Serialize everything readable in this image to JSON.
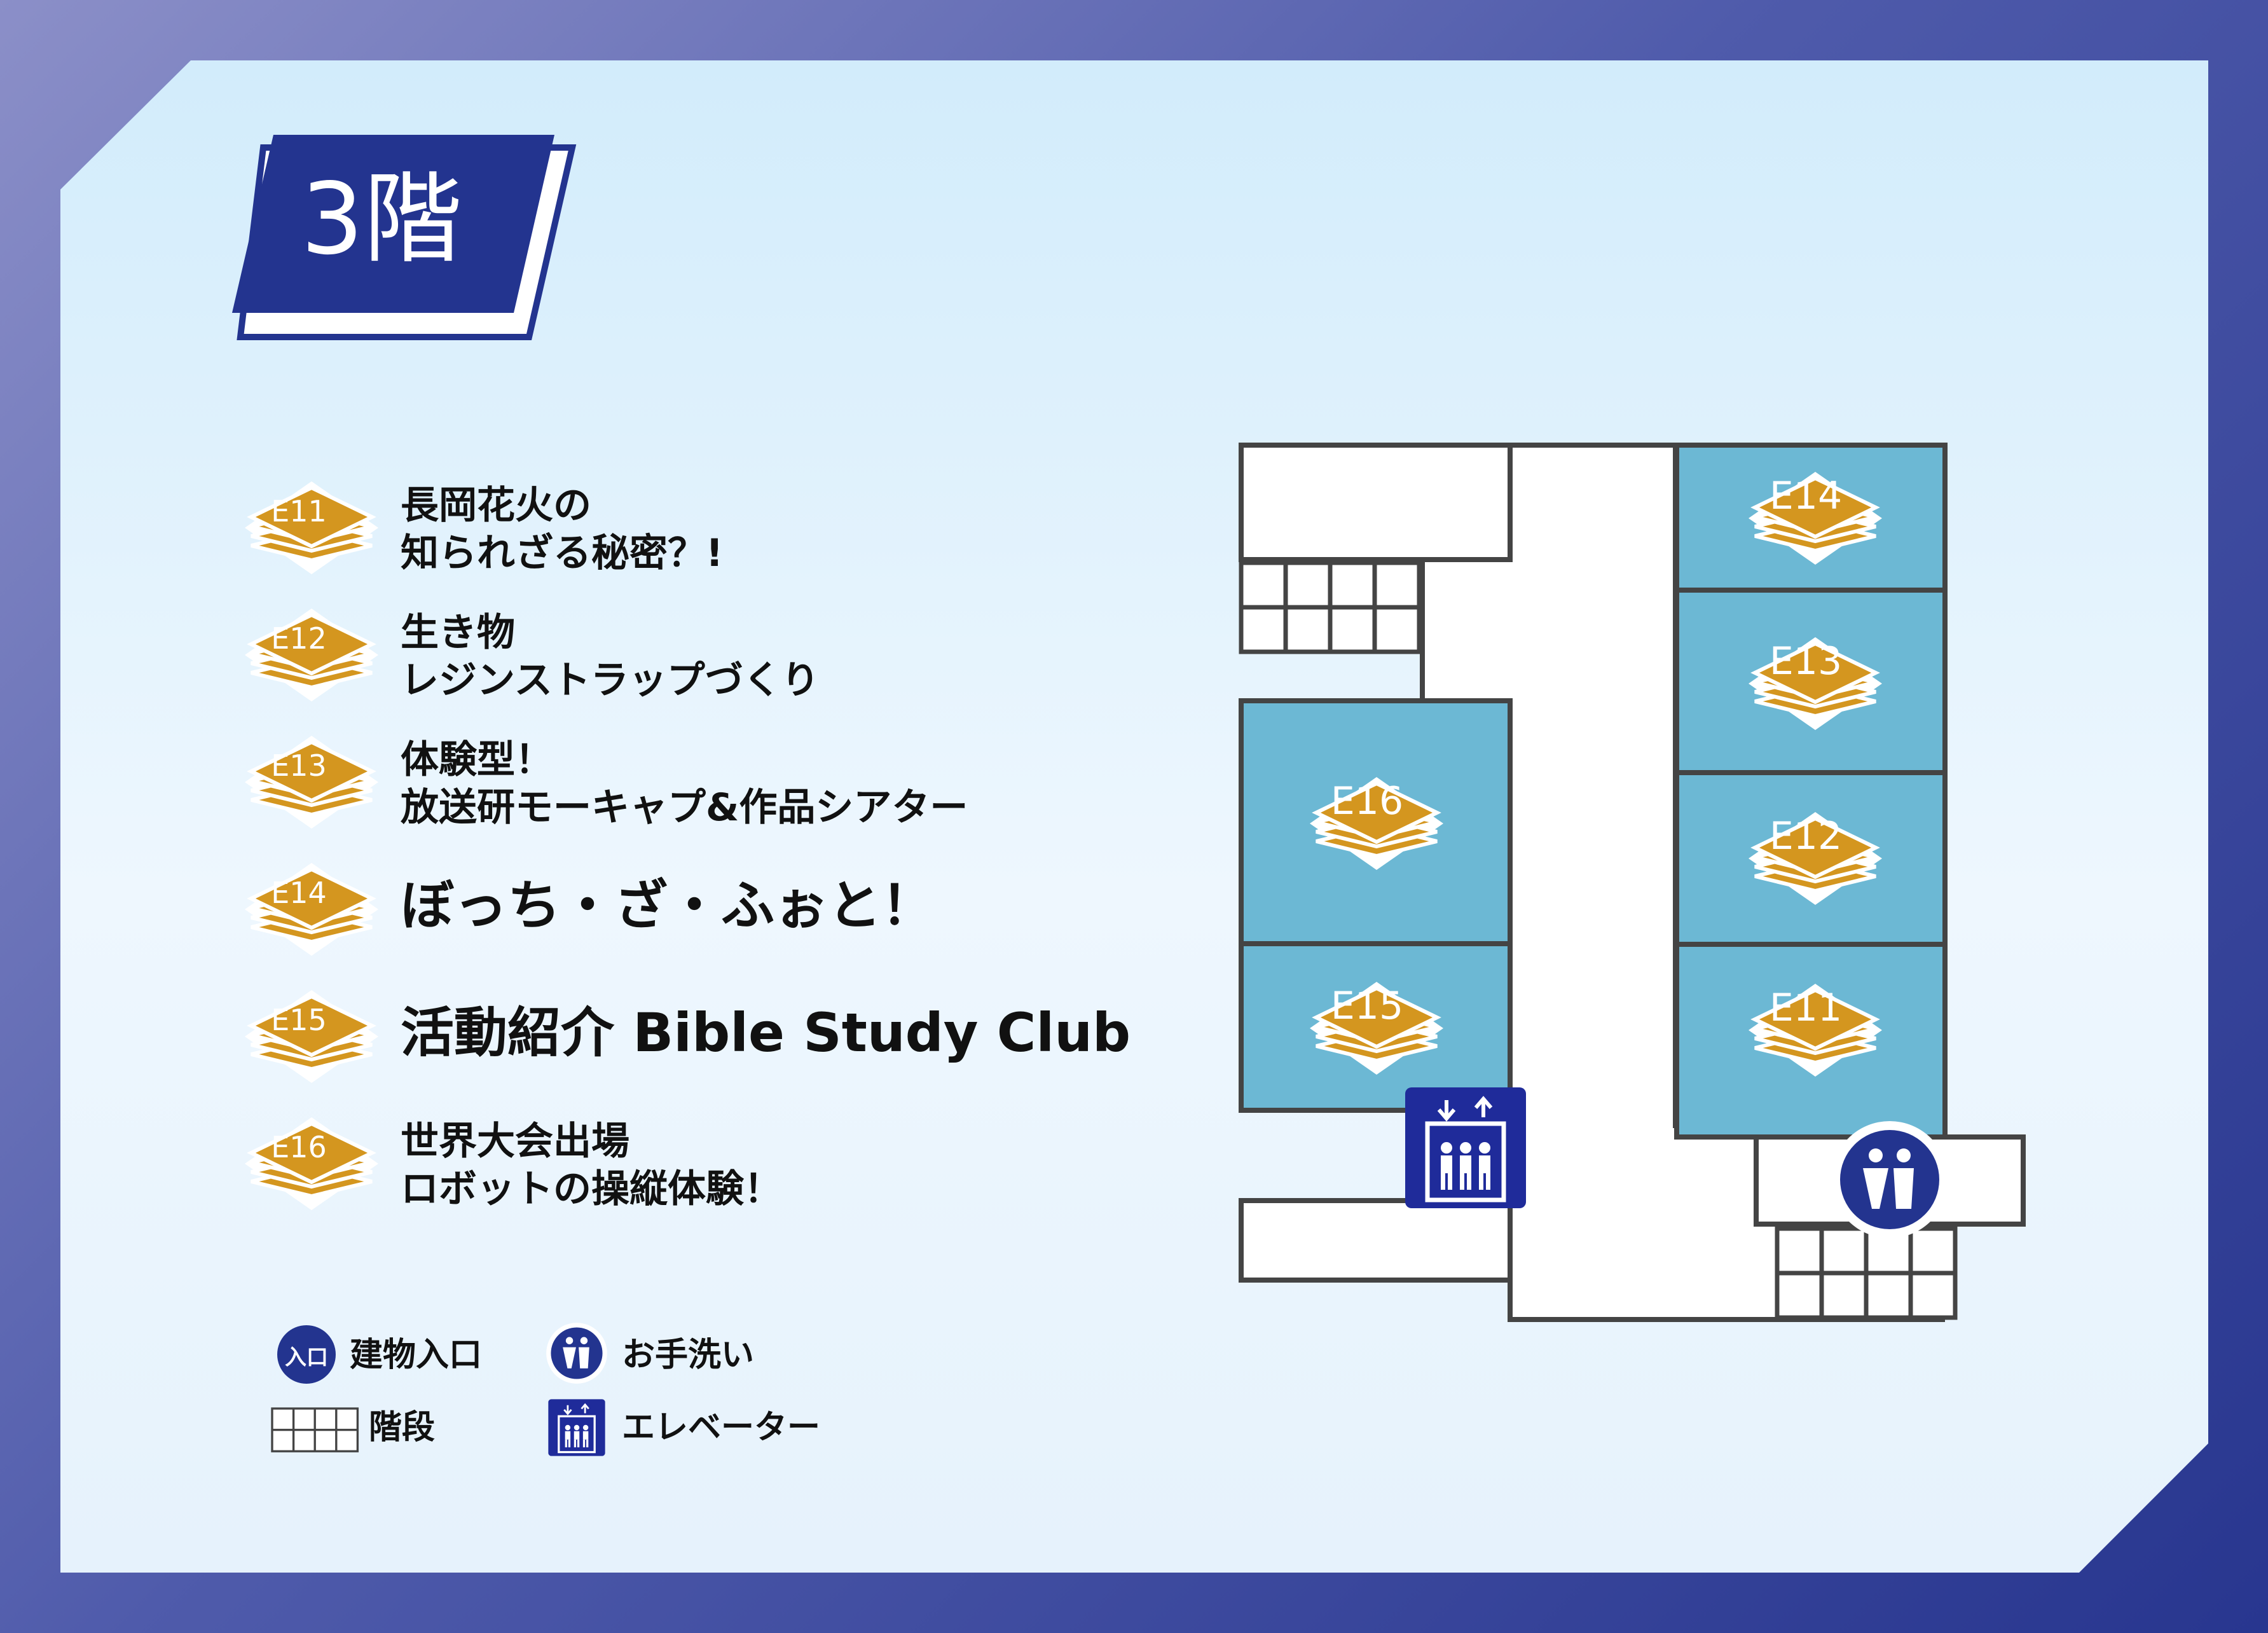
{
  "floor_title": "3階",
  "legend": [
    {
      "code": "E11",
      "lines": [
        "長岡花火の",
        "知られざる秘密？!"
      ]
    },
    {
      "code": "E12",
      "lines": [
        "生き物",
        "レジンストラップづくり"
      ]
    },
    {
      "code": "E13",
      "lines": [
        "体験型！",
        "放送研モーキャプ&作品シアター"
      ]
    },
    {
      "code": "E14",
      "lines": [
        "ぼっち・ざ・ふぉと！"
      ]
    },
    {
      "code": "E15",
      "lines": [
        "活動紹介 Bible Study Club"
      ]
    },
    {
      "code": "E16",
      "lines": [
        "世界大会出場",
        "ロボットの操縦体験！"
      ]
    }
  ],
  "map_rooms": [
    "E14",
    "E13",
    "E12",
    "E11",
    "E16",
    "E15"
  ],
  "key": {
    "entrance_badge": "入口",
    "entrance": "建物入口",
    "stairs": "階段",
    "restroom": "お手洗い",
    "elevator": "エレベーター"
  },
  "icons": {
    "booth": "stacked-layers-icon",
    "restroom": "restroom-icon",
    "elevator": "elevator-icon",
    "stairs": "stairs-icon",
    "entrance": "entrance-icon"
  },
  "colors": {
    "navy": "#23348f",
    "gold": "#d4961f",
    "room_blue": "#6cb8d4",
    "wall": "#444444"
  }
}
